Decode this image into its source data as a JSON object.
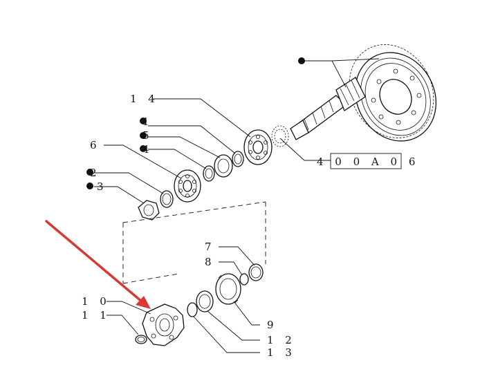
{
  "diagram": {
    "labels": {
      "l14": "1 4",
      "l1": "1",
      "l5": "5",
      "l4": "4",
      "l6": "6",
      "l2": "2",
      "l3": "3",
      "ref": "4 0 0 A   0 6",
      "l7": "7",
      "l8": "8",
      "l10": "1 0",
      "l11": "1 1",
      "l9": "9",
      "l12": "1 2",
      "l13": "1 3"
    },
    "colors": {
      "ink": "#111111",
      "arrow": "#d63a32",
      "background": "#ffffff"
    }
  }
}
